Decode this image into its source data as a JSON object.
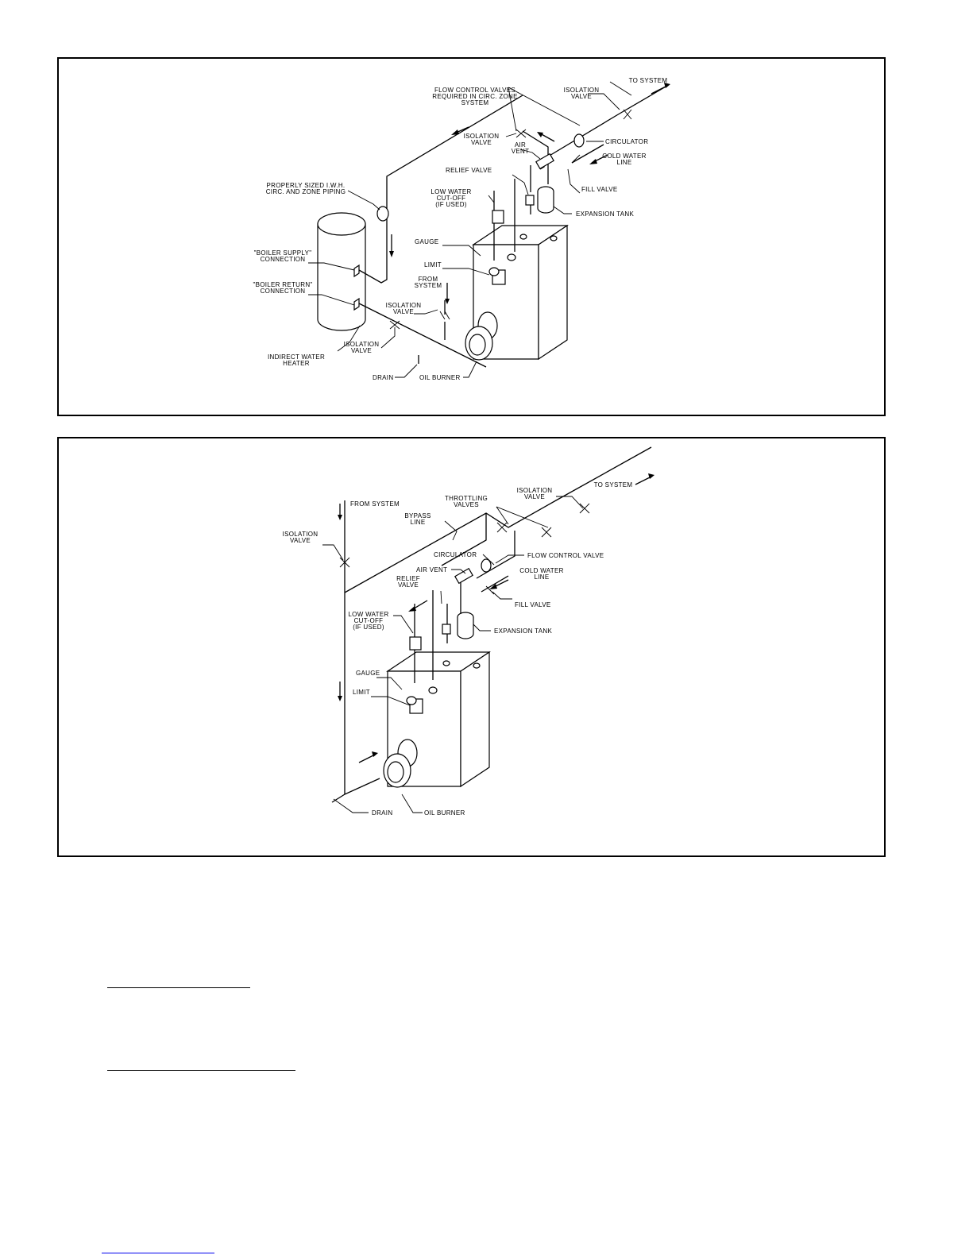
{
  "diagram_top": {
    "labels": {
      "flow_control_valves": [
        "FLOW CONTROL VALVES",
        "REQUIRED IN CIRC. ZONE",
        "SYSTEM"
      ],
      "isolation_valve_top": [
        "ISOLATION",
        "VALVE"
      ],
      "to_system": "TO SYSTEM",
      "isolation_valve_mid": [
        "ISOLATION",
        "VALVE"
      ],
      "circulator": "CIRCULATOR",
      "air_vent": [
        "AIR",
        "VENT"
      ],
      "cold_water_line": [
        "COLD WATER",
        "LINE"
      ],
      "relief_valve": "RELIEF VALVE",
      "fill_valve": "FILL VALVE",
      "properly_sized": [
        "PROPERLY SIZED I.W.H.",
        "CIRC. AND ZONE PIPING"
      ],
      "low_water_cutoff": [
        "LOW WATER",
        "CUT-OFF",
        "(IF USED)"
      ],
      "expansion_tank": "EXPANSION TANK",
      "gauge": "GAUGE",
      "boiler_supply": [
        "\"BOILER SUPPLY\"",
        "CONNECTION"
      ],
      "limit": "LIMIT",
      "from_system": [
        "FROM",
        "SYSTEM"
      ],
      "boiler_return": [
        "\"BOILER RETURN\"",
        "CONNECTION"
      ],
      "isolation_valve_return": [
        "ISOLATION",
        "VALVE"
      ],
      "isolation_valve_bottom": [
        "ISOLATION",
        "VALVE"
      ],
      "indirect_water_heater": [
        "INDIRECT WATER",
        "HEATER"
      ],
      "drain": "DRAIN",
      "oil_burner": "OIL BURNER"
    }
  },
  "diagram_bottom": {
    "labels": {
      "to_system": "TO SYSTEM",
      "isolation_valve_top": [
        "ISOLATION",
        "VALVE"
      ],
      "throttling_valves": [
        "THROTTLING",
        "VALVES"
      ],
      "from_system": "FROM SYSTEM",
      "bypass_line": [
        "BYPASS",
        "LINE"
      ],
      "isolation_valve_left": [
        "ISOLATION",
        "VALVE"
      ],
      "circulator": "CIRCULATOR",
      "flow_control_valve": "FLOW CONTROL VALVE",
      "air_vent": "AIR VENT",
      "cold_water_line": [
        "COLD WATER",
        "LINE"
      ],
      "relief_valve": [
        "RELIEF",
        "VALVE"
      ],
      "fill_valve": "FILL VALVE",
      "low_water_cutoff": [
        "LOW WATER",
        "CUT-OFF",
        "(IF USED)"
      ],
      "expansion_tank": "EXPANSION TANK",
      "gauge": "GAUGE",
      "limit": "LIMIT",
      "drain": "DRAIN",
      "oil_burner": "OIL BURNER"
    }
  }
}
